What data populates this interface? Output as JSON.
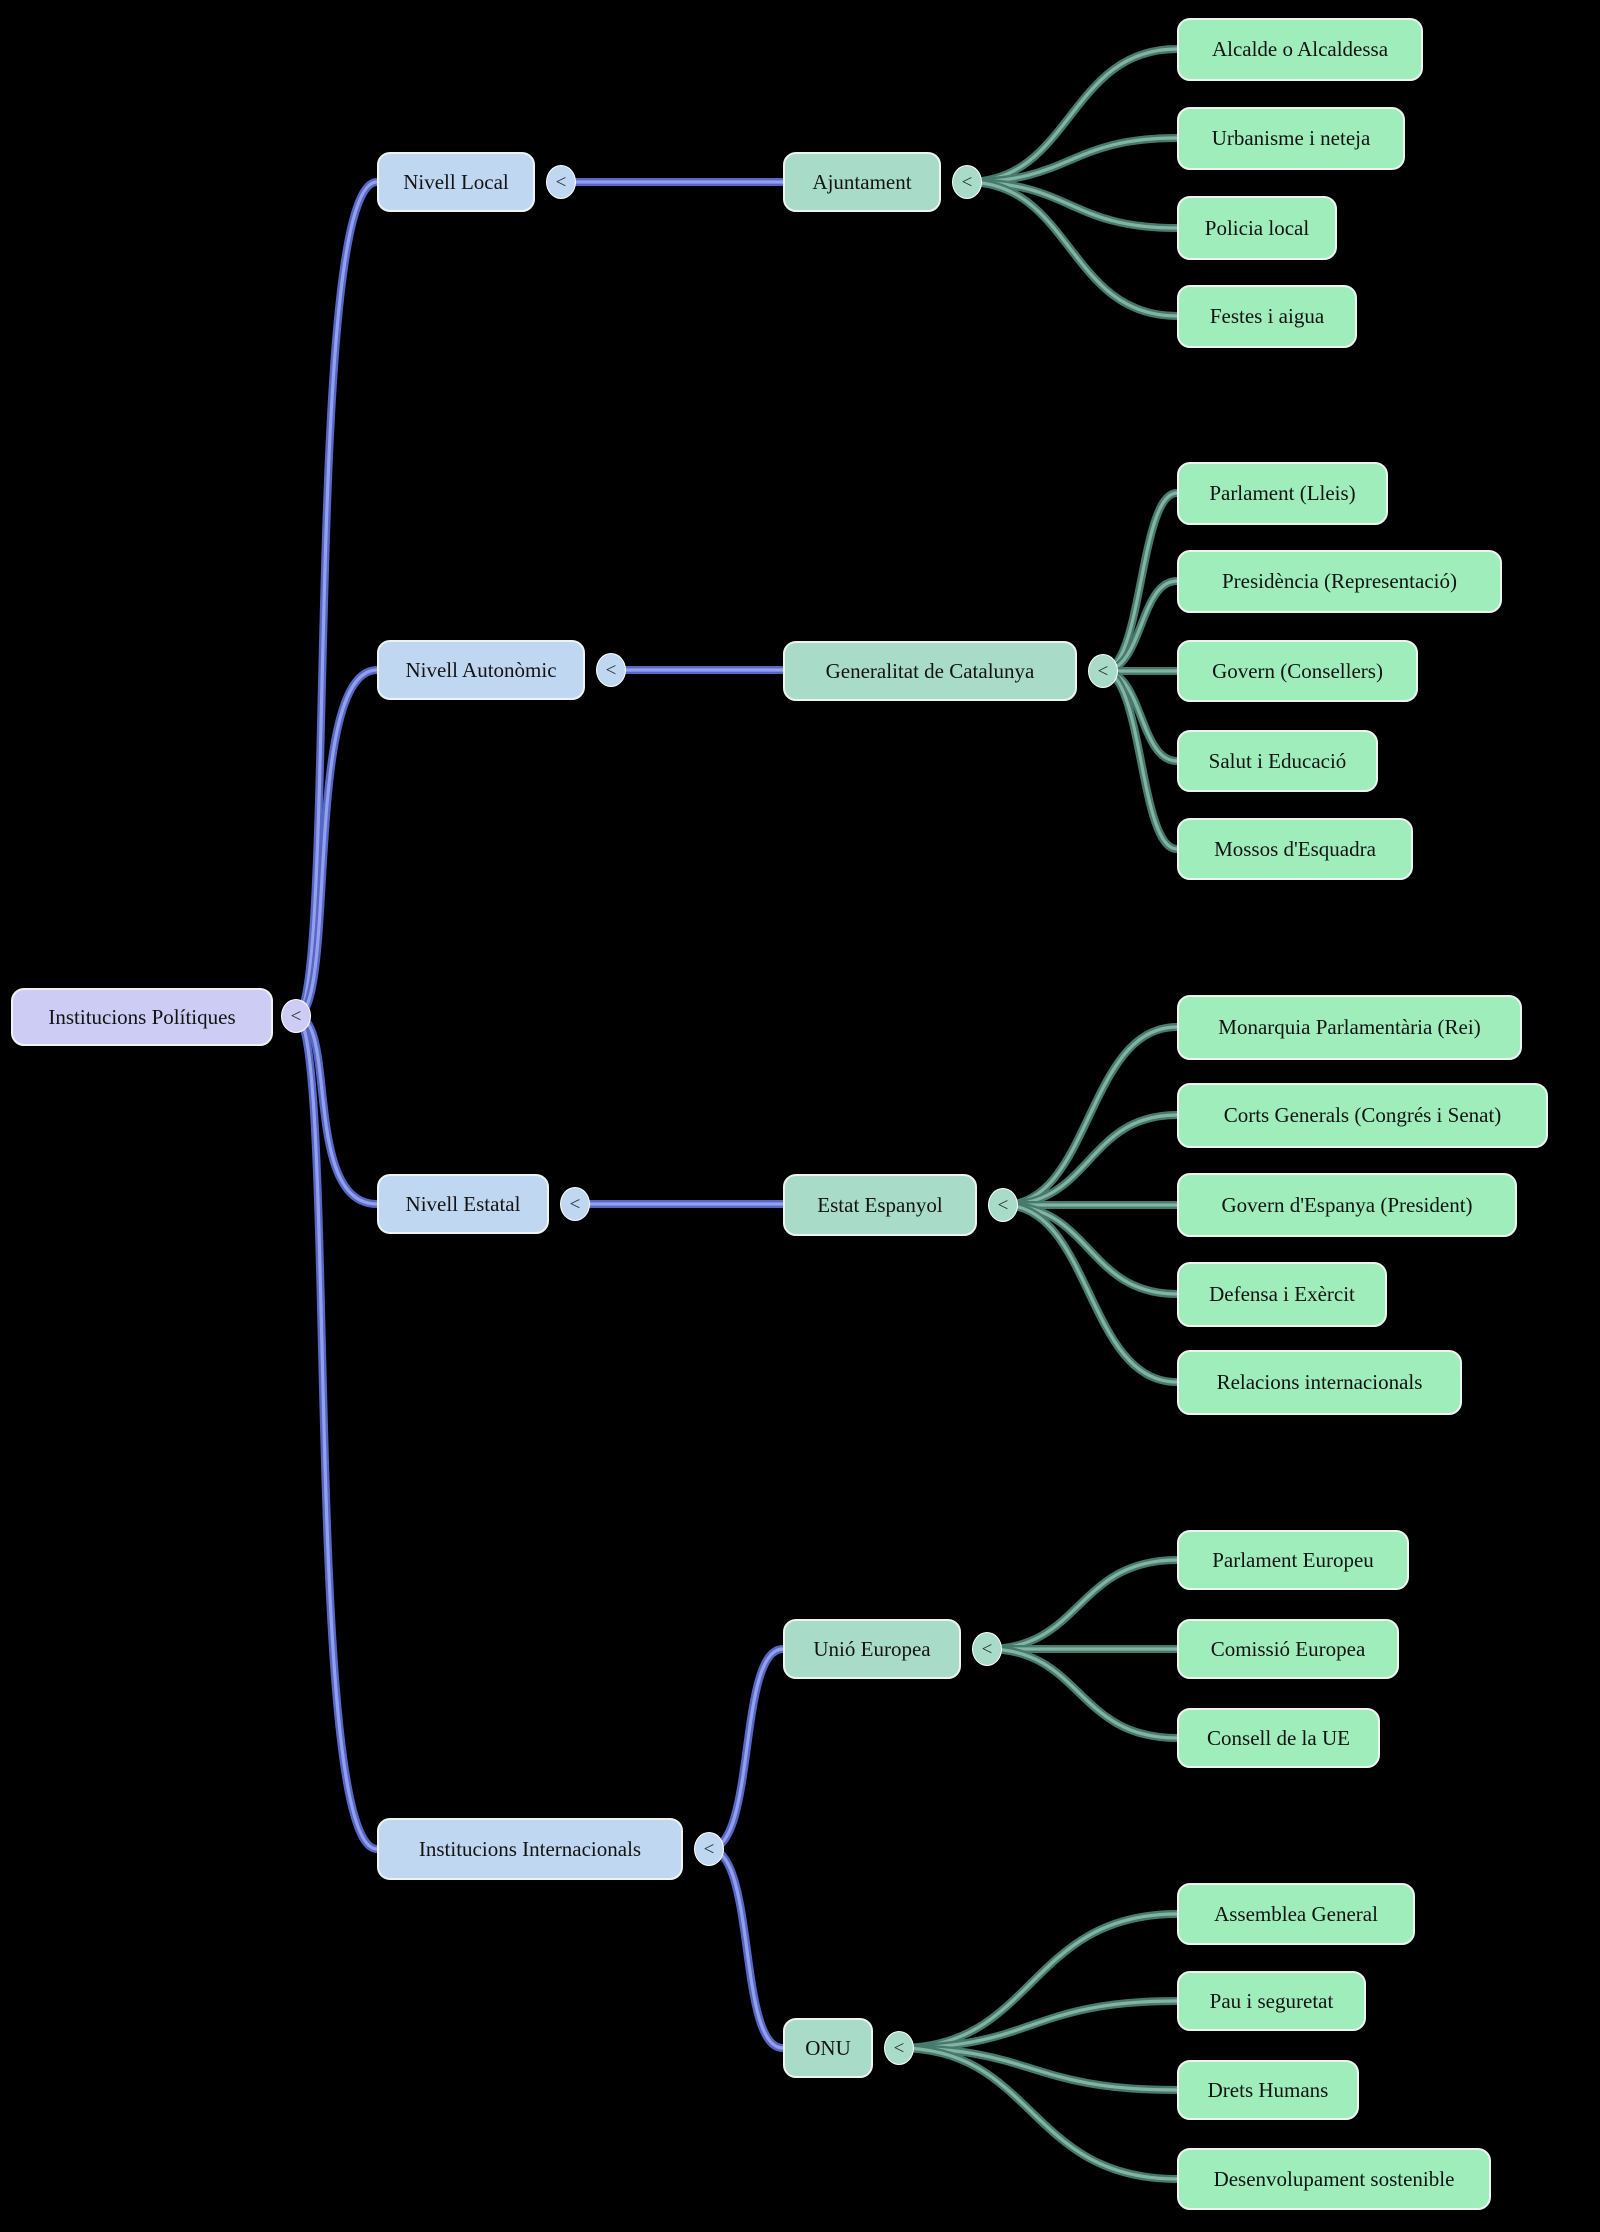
{
  "ui": {
    "collapse_glyph": "<"
  },
  "colors": {
    "background": "#000000",
    "root_fill": "#ccccf5",
    "level2_fill": "#c0d7f2",
    "level3_fill": "#a9dcc8",
    "leaf_fill": "#9eedbb",
    "node_border": "#eef3f2",
    "text": "#131313",
    "edge_blue_outer": "#5668c4",
    "edge_blue_inner": "#93a0ee",
    "edge_teal_outer": "#467a6c",
    "edge_teal_inner": "#83b4a3"
  },
  "root": {
    "label": "Institucions Polítiques"
  },
  "branches": [
    {
      "label": "Nivell Local",
      "children": [
        {
          "label": "Ajuntament",
          "leaves": [
            "Alcalde o Alcaldessa",
            "Urbanisme i neteja",
            "Policia local",
            "Festes i aigua"
          ]
        }
      ]
    },
    {
      "label": "Nivell Autonòmic",
      "children": [
        {
          "label": "Generalitat de Catalunya",
          "leaves": [
            "Parlament (Lleis)",
            "Presidència (Representació)",
            "Govern (Consellers)",
            "Salut i Educació",
            "Mossos d'Esquadra"
          ]
        }
      ]
    },
    {
      "label": "Nivell Estatal",
      "children": [
        {
          "label": "Estat Espanyol",
          "leaves": [
            "Monarquia Parlamentària (Rei)",
            "Corts Generals (Congrés i Senat)",
            "Govern d'Espanya (President)",
            "Defensa i Exèrcit",
            "Relacions internacionals"
          ]
        }
      ]
    },
    {
      "label": "Institucions Internacionals",
      "children": [
        {
          "label": "Unió Europea",
          "leaves": [
            "Parlament Europeu",
            "Comissió Europea",
            "Consell de la UE"
          ]
        },
        {
          "label": "ONU",
          "leaves": [
            "Assemblea General",
            "Pau i seguretat",
            "Drets Humans",
            "Desenvolupament sostenible"
          ]
        }
      ]
    }
  ]
}
